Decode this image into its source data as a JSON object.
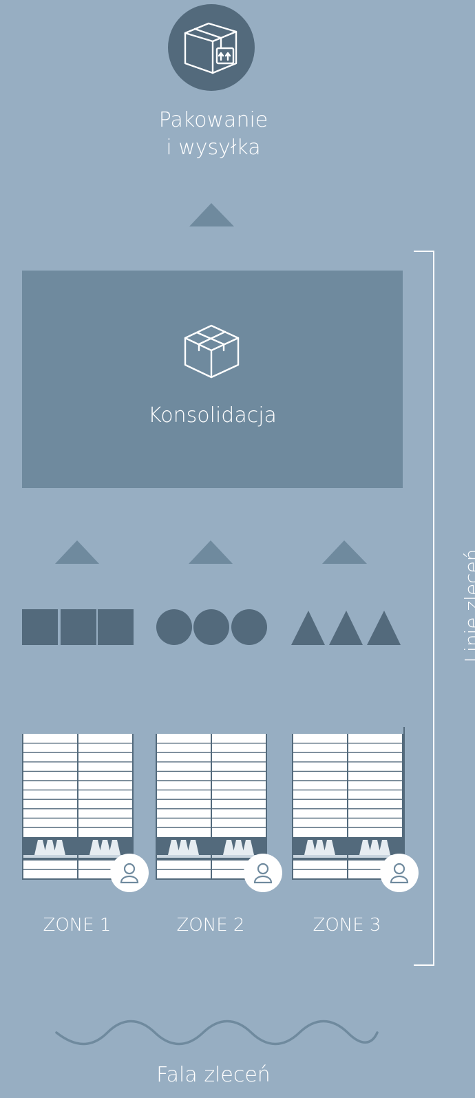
{
  "colors": {
    "background": "#97AEC2",
    "dark": "#536A7C",
    "mid": "#6F8A9E",
    "arrow": "#6F8A9E",
    "white": "#FFFFFF"
  },
  "packing": {
    "line1": "Pakowanie",
    "line2": "i wysyłka",
    "icon": "box-up-arrows-icon"
  },
  "consolidation": {
    "label": "Konsolidacja",
    "icon": "box-icon"
  },
  "zones": [
    {
      "label": "ZONE 1",
      "shape": "square",
      "icon": "user-icon"
    },
    {
      "label": "ZONE 2",
      "shape": "circle",
      "icon": "user-icon"
    },
    {
      "label": "ZONE 3",
      "shape": "triangle",
      "icon": "user-icon"
    }
  ],
  "order_lines_label": "Linie zleceń",
  "order_wave_label": "Fala zleceń"
}
